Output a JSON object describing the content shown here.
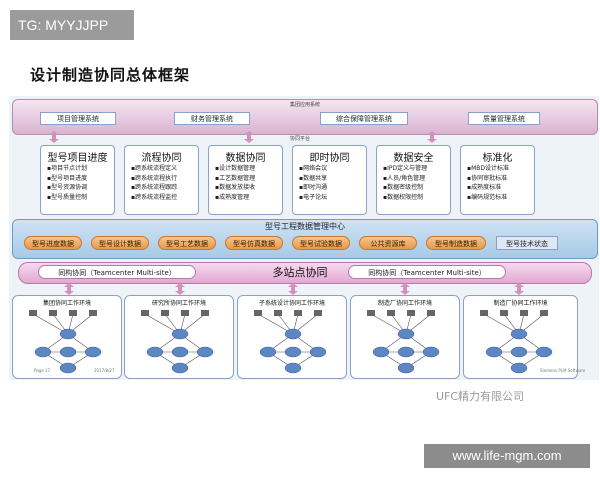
{
  "top_tag": "TG: MYYJJPP",
  "title": "设计制造协同总体框架",
  "app_band": {
    "title": "集团应用系统",
    "systems": [
      "项目管理系统",
      "财务管理系统",
      "综合保障管理系统",
      "质量管理系统"
    ]
  },
  "collab_platform": {
    "title": "协同平台",
    "modules": [
      {
        "title": "型号项目进度",
        "items": [
          "项目节点计划",
          "型号项目进度",
          "型号资源协调",
          "型号质量控制"
        ]
      },
      {
        "title": "流程协同",
        "items": [
          "跨系统流程定义",
          "跨系统流程执行",
          "跨系统流程跟踪",
          "跨系统流程监控"
        ]
      },
      {
        "title": "数据协同",
        "items": [
          "设计数据管理",
          "工艺数据管理",
          "数据发放接收",
          "成熟度管理"
        ]
      },
      {
        "title": "即时协同",
        "items": [
          "网络会议",
          "数据共享",
          "即时沟通",
          "电子论坛"
        ]
      },
      {
        "title": "数据安全",
        "items": [
          "IPD定义与管理",
          "人员/角色管理",
          "数据密级控制",
          "数据权限控制"
        ]
      },
      {
        "title": "标准化",
        "items": [
          "MBD设计标准",
          "协同审批标准",
          "成熟度标准",
          "编码规范标准"
        ]
      }
    ]
  },
  "pdm": {
    "title": "型号工程数据管理中心",
    "pills": [
      "型号进度数据",
      "型号设计数据",
      "型号工艺数据",
      "型号仿真数据",
      "型号试验数据",
      "公共资源库",
      "型号制造数据"
    ],
    "status": "型号技术状态"
  },
  "multisite": {
    "center": "多站点协同",
    "left": "同构协同（Teamcenter Multi-site）",
    "right": "同构协同（Teamcenter Multi-site）"
  },
  "environments": [
    {
      "title": "集团协同工作环境"
    },
    {
      "title": "研究所协同工作环境"
    },
    {
      "title": "子系统设计协同工作环境"
    },
    {
      "title": "制造厂协同工作环境"
    },
    {
      "title": "制造厂协同工作环境"
    }
  ],
  "footer_left": {
    "page": "Page 17",
    "date": "2017/8/27"
  },
  "footer_right": "Siemens PLM Software",
  "watermark": "UFC精力有限公司",
  "bottom_url": "www.life-mgm.com",
  "colors": {
    "app_band": "#d9b3d1",
    "pdm_band": "#a7c9e6",
    "pill": "#e59a4a",
    "multisite": "#e2a8d2",
    "node": "#5c86c4"
  }
}
